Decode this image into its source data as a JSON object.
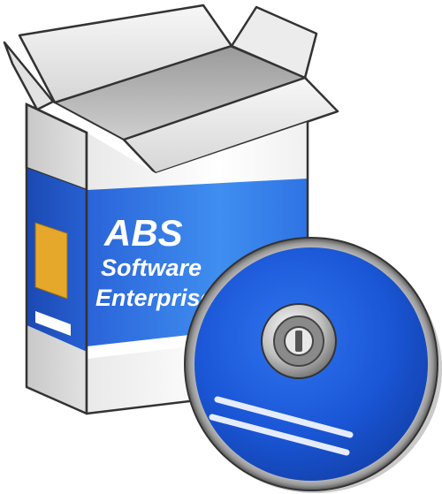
{
  "product": {
    "brand": "ABS",
    "line1": "Software",
    "line2": "Enterprise"
  },
  "icons": {
    "box": "software-box-icon",
    "disc": "cd-disc-icon"
  },
  "colors": {
    "box_blue": "#1f5fd8",
    "box_blue_light": "#3b8cf0",
    "box_white": "#f4f4f4",
    "box_shadow": "#b9b9b9",
    "disc_blue": "#1a56d6",
    "label_yellow": "#e5a82a",
    "outline": "#333333"
  }
}
